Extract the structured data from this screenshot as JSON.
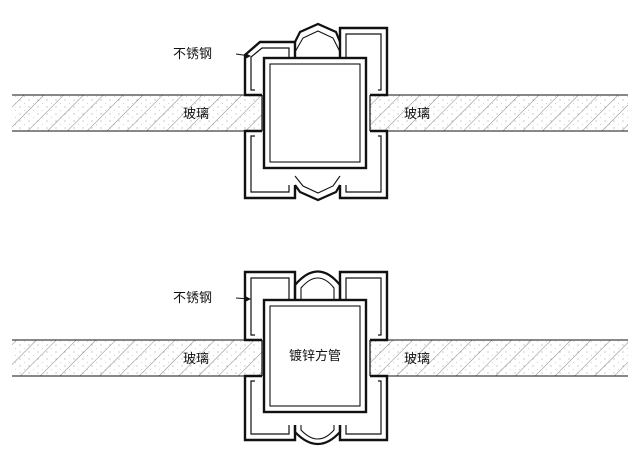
{
  "diagram": {
    "colors": {
      "line": "#111111",
      "background": "#ffffff",
      "hatch": "#555555"
    },
    "top": {
      "steel_label": "不锈钢",
      "glass_left_label": "玻璃",
      "glass_right_label": "玻璃",
      "core_label": ""
    },
    "bottom": {
      "steel_label": "不锈钢",
      "glass_left_label": "玻璃",
      "glass_right_label": "玻璃",
      "core_label": "镀锌方管"
    }
  }
}
